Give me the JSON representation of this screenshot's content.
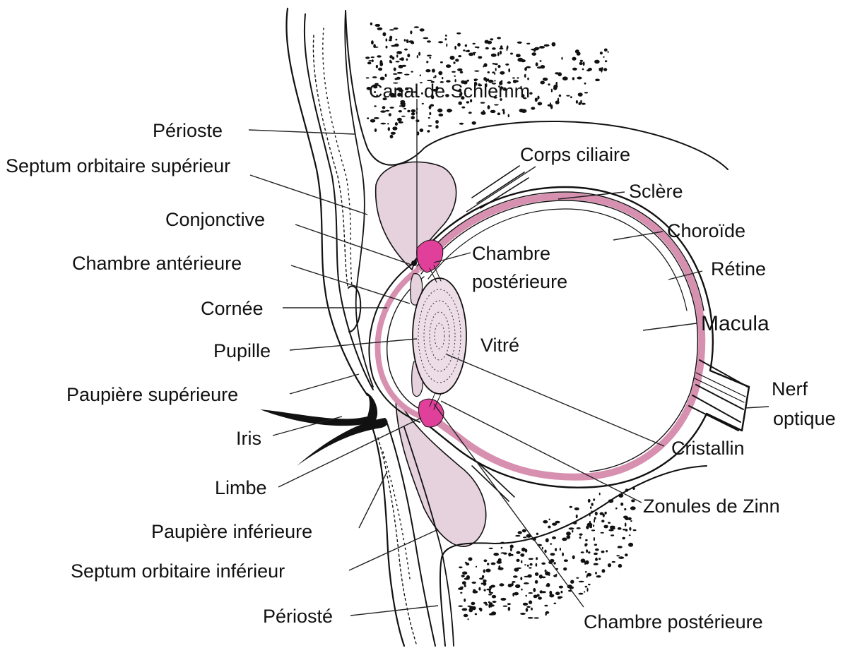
{
  "labels": {
    "canal_schlemm": "Canal de Schlemm",
    "perioste_top": "Périoste",
    "septum_sup": "Septum orbitaire supérieur",
    "conjonctive": "Conjonctive",
    "chambre_anterieure": "Chambre antérieure",
    "cornee": "Cornée",
    "pupille": "Pupille",
    "paupiere_sup": "Paupière supérieure",
    "iris": "Iris",
    "limbe": "Limbe",
    "paupiere_inf": "Paupière inférieure",
    "septum_inf": "Septum orbitaire inférieur",
    "perioste_bottom": "Périosté",
    "corps_ciliaire": "Corps ciliaire",
    "sclere": "Sclère",
    "choroide": "Choroïde",
    "retine": "Rétine",
    "macula": "Macula",
    "nerf_optique_1": "Nerf",
    "nerf_optique_2": "optique",
    "cristallin": "Cristallin",
    "zonules": "Zonules de Zinn",
    "chambre_post_inner_1": "Chambre",
    "chambre_post_inner_2": "postérieure",
    "vitre": "Vitré",
    "chambre_post_bottom": "Chambre postérieure"
  },
  "colors": {
    "choroid_pink": "#d890b0",
    "conjunctiva_mauve": "#e6d2dd",
    "ciliary_magenta": "#e0409a",
    "lens_fill": "#eddde6",
    "ink": "#111111"
  }
}
